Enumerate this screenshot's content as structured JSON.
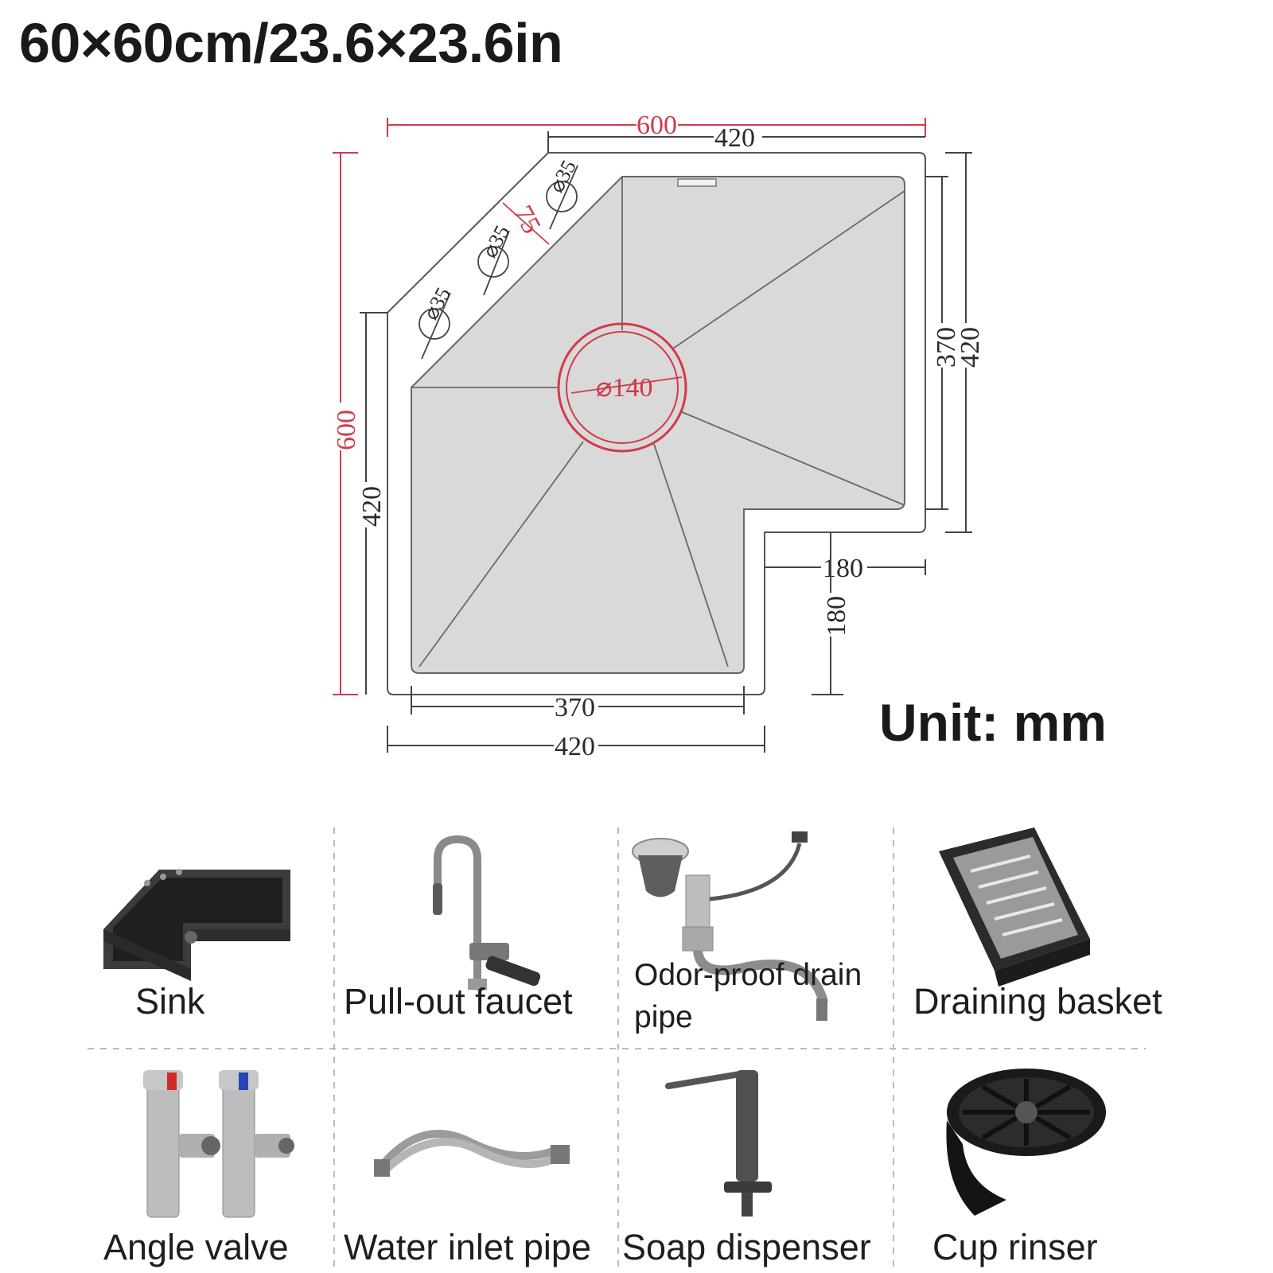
{
  "title": "60×60cm/23.6×23.6in",
  "unit_label": "Unit: mm",
  "dimensions": {
    "top_total": "600",
    "top_inner": "420",
    "left_total": "600",
    "left_inner": "420",
    "right_outer": "420",
    "right_inner": "370",
    "bottom_outer": "420",
    "bottom_inner": "370",
    "notch_width": "180",
    "notch_height": "180",
    "hole_spacing": "75",
    "drain_diameter": "⌀140",
    "hole_diameter": "⌀35"
  },
  "accessories": [
    {
      "label": "Sink",
      "icon": "sink-icon"
    },
    {
      "label": "Pull-out faucet",
      "icon": "faucet-icon"
    },
    {
      "label": "Odor-proof drain pipe",
      "icon": "drain-pipe-icon"
    },
    {
      "label": "Draining basket",
      "icon": "basket-icon"
    },
    {
      "label": "Angle valve",
      "icon": "angle-valve-icon"
    },
    {
      "label": "Water inlet pipe",
      "icon": "inlet-pipe-icon"
    },
    {
      "label": "Soap dispenser",
      "icon": "soap-dispenser-icon"
    },
    {
      "label": "Cup rinser",
      "icon": "cup-rinser-icon"
    }
  ],
  "colors": {
    "sink_fill": "#d9d9d9",
    "dimension_red": "#d23a4a",
    "line_dark": "#444444"
  }
}
